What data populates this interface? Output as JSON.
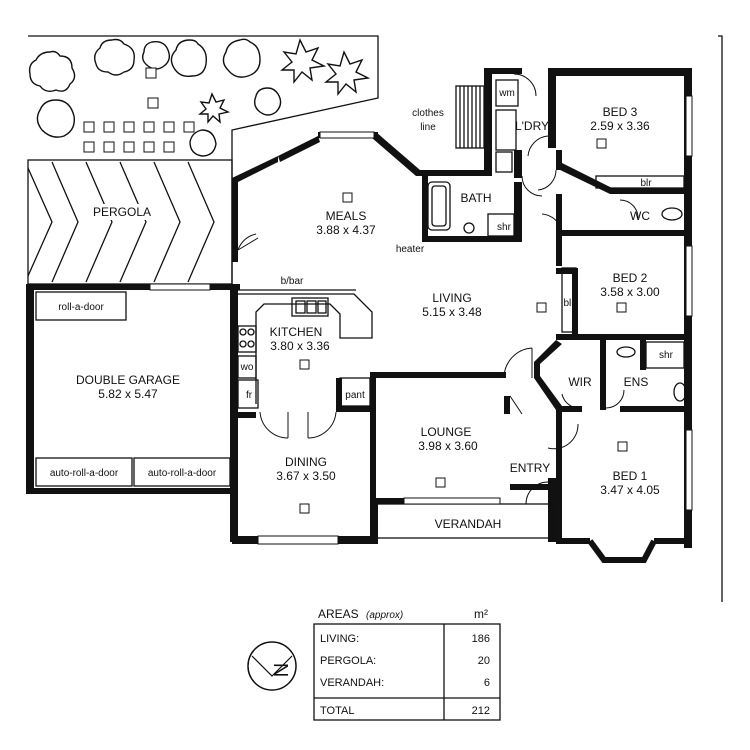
{
  "rooms": {
    "meals": {
      "name": "MEALS",
      "dims": "3.88 x 4.37"
    },
    "living": {
      "name": "LIVING",
      "dims": "5.15 x 3.48"
    },
    "kitchen": {
      "name": "KITCHEN",
      "dims": "3.80 x 3.36"
    },
    "garage": {
      "name": "DOUBLE GARAGE",
      "dims": "5.82 x 5.47"
    },
    "lounge": {
      "name": "LOUNGE",
      "dims": "3.98 x 3.60"
    },
    "dining": {
      "name": "DINING",
      "dims": "3.67 x 3.50"
    },
    "bed3": {
      "name": "BED 3",
      "dims": "2.59 x 3.36"
    },
    "bed2": {
      "name": "BED 2",
      "dims": "3.58 x 3.00"
    },
    "bed1": {
      "name": "BED 1",
      "dims": "3.47 x 4.05"
    }
  },
  "labels": {
    "pergola": "PERGOLA",
    "verandah": "VERANDAH",
    "entry": "ENTRY",
    "bath": "BATH",
    "laundry": "L'DRY",
    "wc": "WC",
    "wir": "WIR",
    "ens": "ENS",
    "shr_bath": "shr",
    "shr_ens": "shr",
    "blr_bed3": "blr",
    "blr_bed2": "blr",
    "heater": "heater",
    "bbar": "b/bar",
    "wo": "wo",
    "fr": "fr",
    "pant": "pant",
    "wm": "wm",
    "clothes_line_1": "clothes",
    "clothes_line_2": "line",
    "roll_a_door": "roll-a-door",
    "auto_roll_1": "auto-roll-a-door",
    "auto_roll_2": "auto-roll-a-door"
  },
  "areas": {
    "title": "AREAS",
    "approx": "(approx)",
    "unit": "m²",
    "rows": [
      {
        "label": "LIVING:",
        "value": "186"
      },
      {
        "label": "PERGOLA:",
        "value": "20"
      },
      {
        "label": "VERANDAH:",
        "value": "6"
      }
    ],
    "total_label": "TOTAL",
    "total_value": "212"
  },
  "compass": {
    "letter": "N"
  }
}
